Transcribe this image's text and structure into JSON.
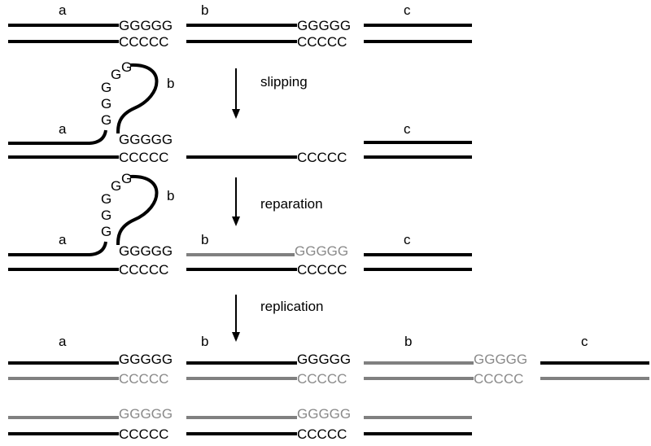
{
  "labels": {
    "a": "a",
    "b": "b",
    "c": "c",
    "g5": "GGGGG",
    "c5": "CCCCC",
    "g": "G"
  },
  "steps": {
    "slipping": "slipping",
    "reparation": "reparation",
    "replication": "replication"
  },
  "colors": {
    "original_strand": "#000000",
    "new_strand": "#808080"
  }
}
